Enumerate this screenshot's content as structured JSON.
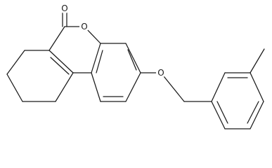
{
  "atoms": {
    "carbonyl_oxygen": "O",
    "ring_oxygen": "O",
    "ether_oxygen": "O"
  }
}
